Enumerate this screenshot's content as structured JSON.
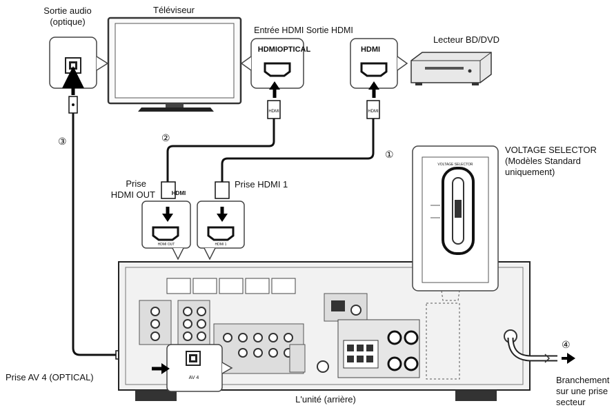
{
  "labels": {
    "sortie_audio_1": "Sortie audio",
    "sortie_audio_2": "(optique)",
    "televiseur": "Téléviseur",
    "entree_sortie_hdmi": "Entrée HDMI Sortie HDMI",
    "hdmi_optical": "HDMIOPTICAL",
    "lecteur": "Lecteur BD/DVD",
    "hdmi_player_port": "HDMI",
    "voltage_1": "VOLTAGE SELECTOR",
    "voltage_2": "(Modèles Standard",
    "voltage_3": "uniquement)",
    "prise_hdmi_out_1": "Prise",
    "prise_hdmi_out_2": "HDMI OUT",
    "prise_hdmi_1": "Prise HDMI 1",
    "prise_av4": "Prise AV 4 (OPTICAL)",
    "unite": "L'unité (arrière)",
    "branchement_1": "Branchement",
    "branchement_2": "sur une prise",
    "branchement_3": "secteur",
    "plug_hdmi": "HDMI",
    "jack_hdmi_out": "HDMI OUT",
    "jack_hdmi1": "HDMI 1",
    "jack_av4": "AV 4",
    "voltage_panel": "VOLTAGE SELECTOR"
  },
  "steps": {
    "one": "①",
    "two": "②",
    "three": "③",
    "four": "④"
  }
}
